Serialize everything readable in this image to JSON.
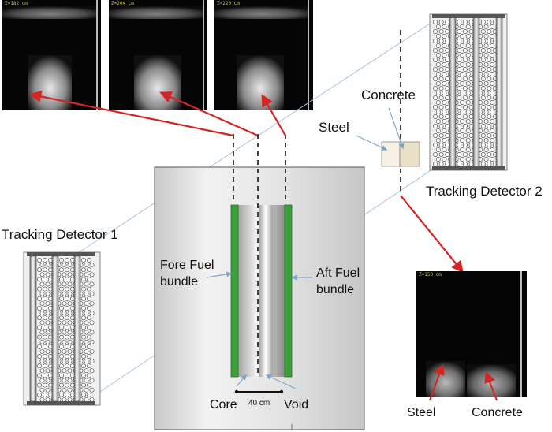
{
  "labels": {
    "tracking_detector_1": "Tracking Detector 1",
    "tracking_detector_2": "Tracking Detector 2",
    "concrete_top": "Concrete",
    "steel_top": "Steel",
    "fore_fuel": "Fore Fuel",
    "fore_bundle": "bundle",
    "aft_fuel": "Aft Fuel",
    "aft_bundle": "bundle",
    "core": "Core",
    "void": "Void",
    "scale": "40 cm",
    "steel_bottom": "Steel",
    "concrete_bottom": "Concrete"
  },
  "image_tags": {
    "img1": "Z=182 cm",
    "img2": "Z=204 cm",
    "img3": "Z=220 cm",
    "img4": "Z=150 cm"
  },
  "colors": {
    "fuel_bundle": "#3aa23a",
    "arrow_red": "#d42424",
    "guide_line": "#9bbcd6",
    "vessel": "#e6e6e6"
  }
}
